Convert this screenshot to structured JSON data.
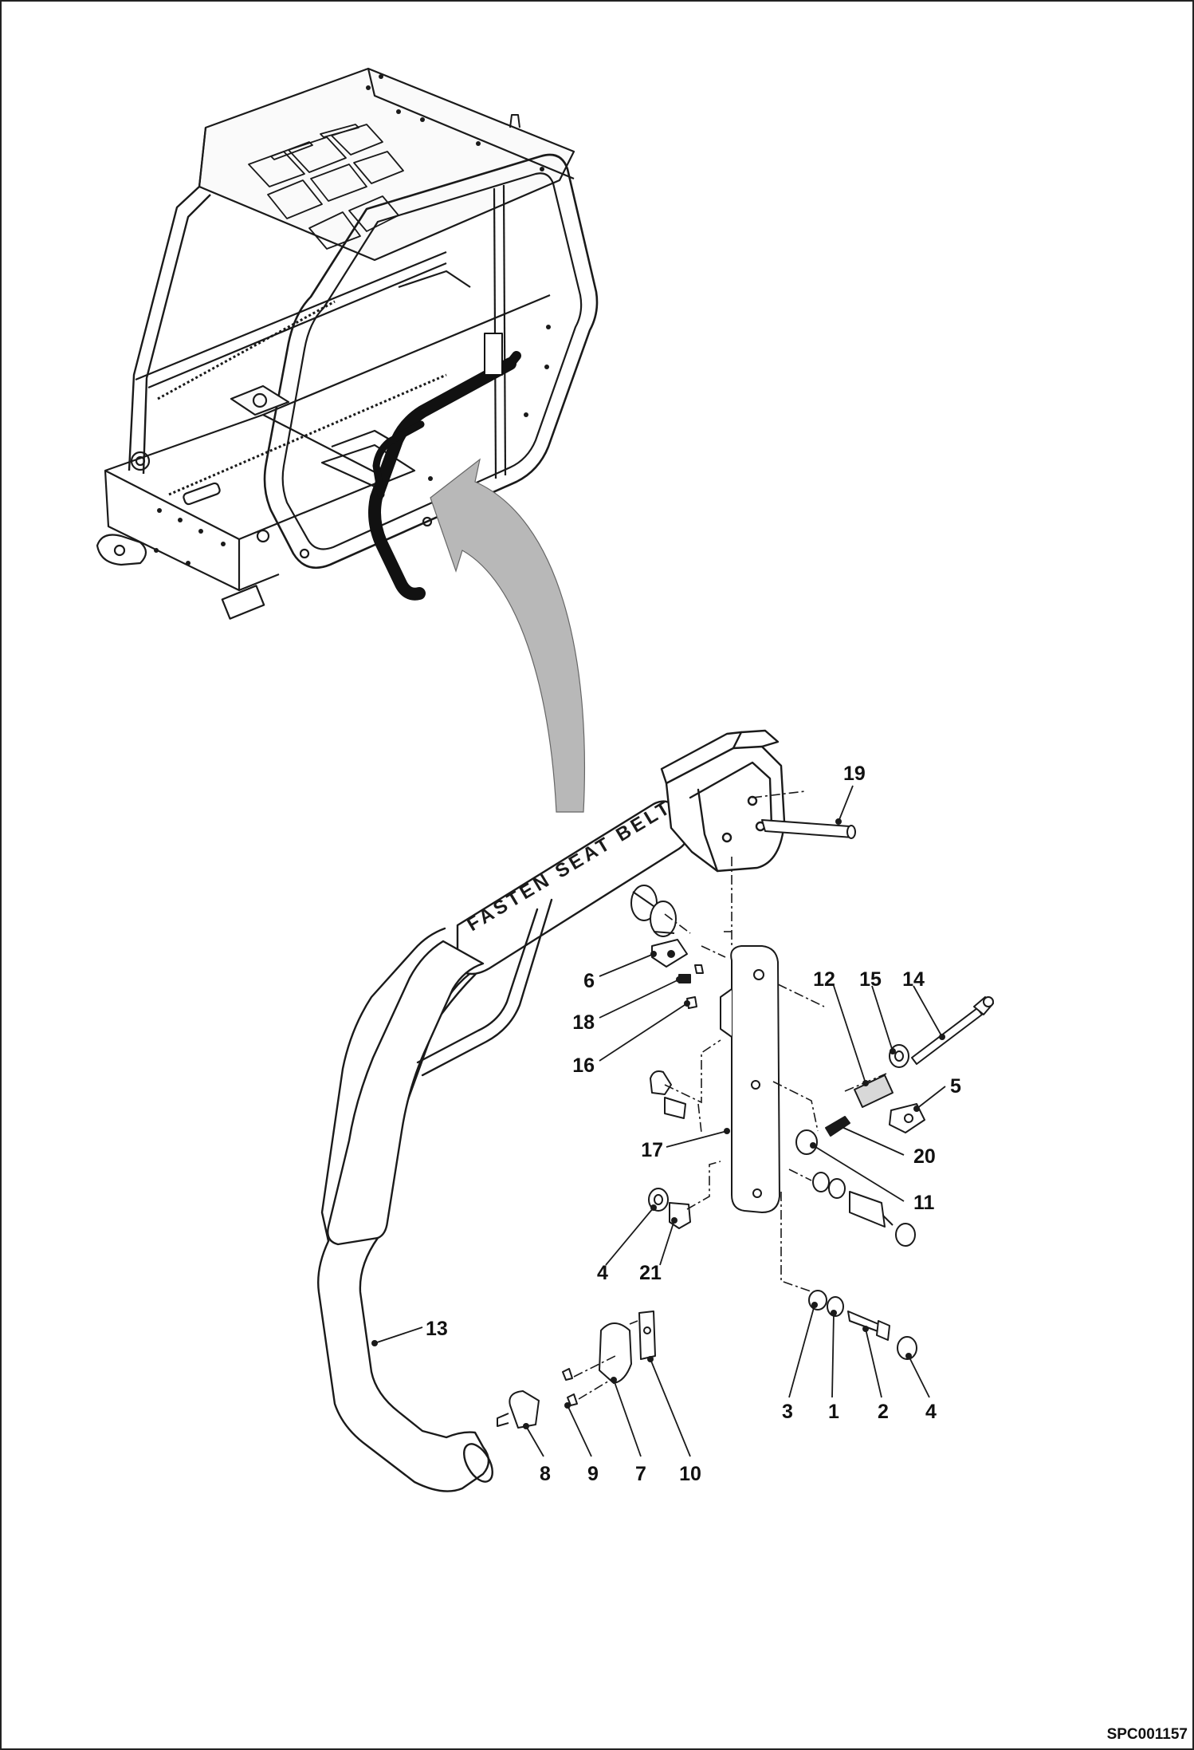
{
  "drawing": {
    "number": "SPC001157",
    "line_color": "#1a1a1a",
    "handle_color": "#111111",
    "arrow_color": "#b8b8b8",
    "grip_text": "FASTEN SEAT BELT"
  },
  "callouts": [
    "19",
    "6",
    "18",
    "16",
    "12",
    "15",
    "14",
    "5",
    "17",
    "20",
    "11",
    "4",
    "21",
    "13",
    "3",
    "1",
    "2",
    "4",
    "8",
    "9",
    "7",
    "10"
  ]
}
